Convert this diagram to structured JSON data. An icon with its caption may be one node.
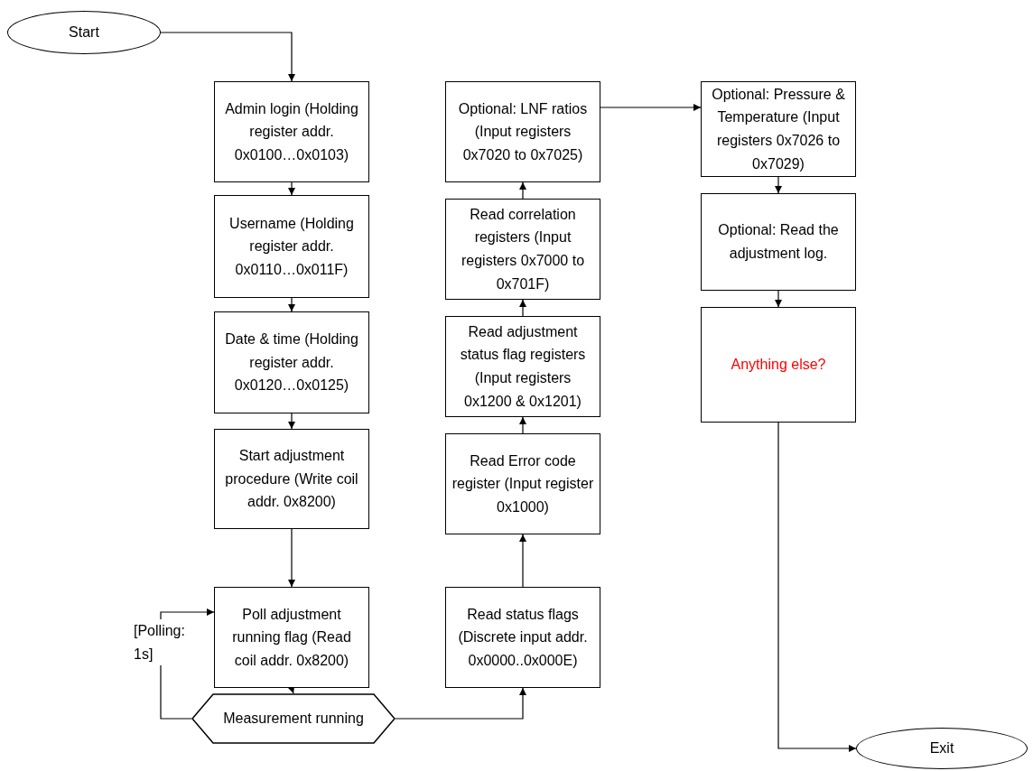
{
  "diagram": {
    "nodes": [
      {
        "text": [
          "Start"
        ]
      },
      {
        "text": [
          "Admin login (Holding register addr. 0x0100…0x0103)"
        ]
      },
      {
        "text": [
          "Username (Holding register addr. 0x0110…0x011F)"
        ]
      },
      {
        "text": [
          "Date & time (Holding register addr. 0x0120…0x0125)"
        ]
      },
      {
        "text": [
          "Start adjustment procedure (Write coil addr. 0x8200)"
        ]
      },
      {
        "text": [
          "Poll adjustment running flag (Read coil addr. 0x8200)"
        ]
      },
      {
        "text": [
          "Measurement running"
        ]
      },
      {
        "text": [
          "Read status flags (Discrete input addr. 0x0000..0x000E)"
        ]
      },
      {
        "text": [
          "Read Error code register (Input register 0x1000)"
        ]
      },
      {
        "text": [
          "Read adjustment status flag registers (Input registers 0x1200 & 0x1201)"
        ]
      },
      {
        "text": [
          "Read correlation registers (Input registers 0x7000 to 0x701F)"
        ]
      },
      {
        "text": [
          "Optional: LNF ratios (Input registers 0x7020 to 0x7025)"
        ]
      },
      {
        "text": [
          "Optional: Pressure & Temperature (Input registers 0x7026 to 0x7029)"
        ]
      },
      {
        "text": [
          "Optional: Read the adjustment log."
        ]
      },
      {
        "text": [
          "Anything else?"
        ]
      },
      {
        "text": [
          "Exit"
        ]
      }
    ],
    "edges": [
      {
        "from": 0,
        "to": 1,
        "arrow": "to"
      },
      {
        "from": 1,
        "to": 2,
        "arrow": "to"
      },
      {
        "from": 2,
        "to": 3,
        "arrow": "to"
      },
      {
        "from": 3,
        "to": 4,
        "arrow": "to"
      },
      {
        "from": 4,
        "to": 5,
        "arrow": "to"
      },
      {
        "from": 5,
        "to": 6,
        "arrow": "to"
      },
      {
        "from": 6,
        "to": 5,
        "arrow": "to",
        "label": "[Polling: 1s]"
      },
      {
        "from": 6,
        "to": 7,
        "arrow": "to"
      },
      {
        "from": 7,
        "to": 8,
        "arrow": "to"
      },
      {
        "from": 8,
        "to": 9,
        "arrow": "to"
      },
      {
        "from": 9,
        "to": 10,
        "arrow": "to"
      },
      {
        "from": 10,
        "to": 11,
        "arrow": "to"
      },
      {
        "from": 11,
        "to": 12,
        "arrow": "to"
      },
      {
        "from": 12,
        "to": 13,
        "arrow": "to"
      },
      {
        "from": 13,
        "to": 14,
        "arrow": "to"
      },
      {
        "from": 14,
        "to": 15,
        "arrow": "to"
      }
    ]
  }
}
